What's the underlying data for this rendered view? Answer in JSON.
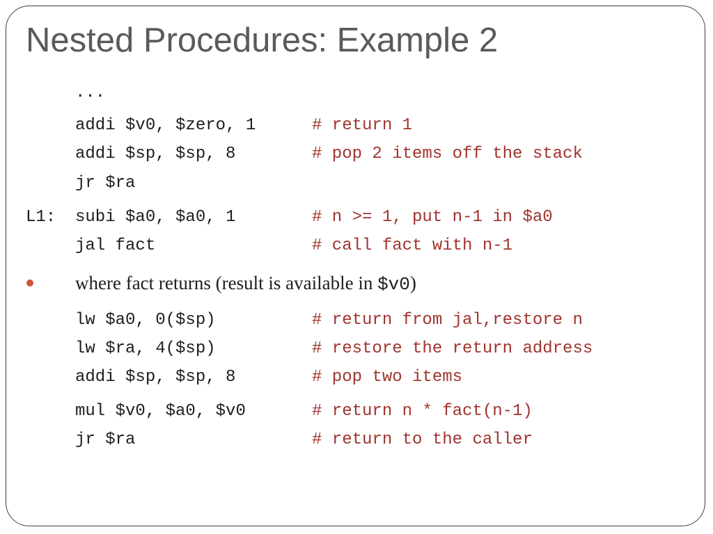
{
  "slide": {
    "title": "Nested Procedures: Example 2",
    "code_block_1": [
      {
        "label": "",
        "instr": "...",
        "comment": ""
      },
      {
        "label": "",
        "instr": "addi $v0, $zero, 1",
        "comment": "# return 1"
      },
      {
        "label": "",
        "instr": "addi $sp, $sp, 8",
        "comment": "# pop 2 items off the stack"
      },
      {
        "label": "",
        "instr": "jr $ra",
        "comment": ""
      },
      {
        "label": "L1:",
        "instr": "subi $a0, $a0, 1",
        "comment": "# n >= 1, put n-1 in $a0"
      },
      {
        "label": "",
        "instr": "jal fact",
        "comment": "# call fact with n-1"
      }
    ],
    "bullet": {
      "text_before": "where fact returns (result is available in ",
      "code": "$v0",
      "text_after": ")"
    },
    "code_block_2": [
      {
        "label": "",
        "instr": "lw $a0, 0($sp)",
        "comment": "# return from jal,restore n"
      },
      {
        "label": "",
        "instr": "lw $ra, 4($sp)",
        "comment": "# restore the return address"
      },
      {
        "label": "",
        "instr": "addi $sp, $sp, 8",
        "comment": "# pop two items"
      },
      {
        "label": "",
        "instr": "mul $v0, $a0, $v0",
        "comment": "# return n * fact(n-1)"
      },
      {
        "label": "",
        "instr": "jr $ra",
        "comment": "# return to the caller"
      }
    ],
    "colors": {
      "title": "#5a5a5a",
      "code": "#1e1e1e",
      "comment": "#a0342e",
      "bullet": "#d0543b",
      "frame_border": "#3f3f3f"
    }
  }
}
